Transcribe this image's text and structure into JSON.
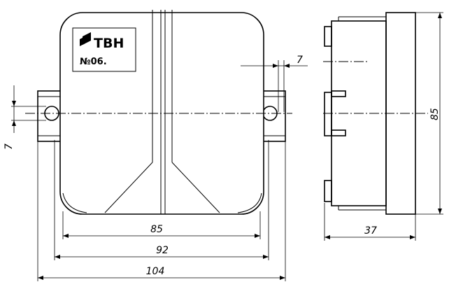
{
  "label": {
    "brand": "ТВН",
    "serial": "№06."
  },
  "dimensions": {
    "front_width": "85",
    "mount_width": "92",
    "overall_width": "104",
    "slot_offset": "7",
    "slot_height": "7",
    "height": "85",
    "depth": "37"
  }
}
